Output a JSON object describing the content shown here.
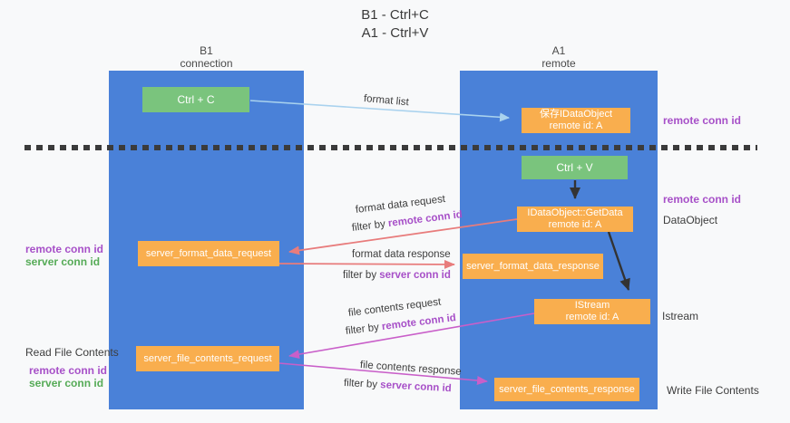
{
  "title": {
    "line1": "B1 - Ctrl+C",
    "line2": "A1 - Ctrl+V"
  },
  "columns": {
    "b1": {
      "title": "B1",
      "subtitle": "connection"
    },
    "a1": {
      "title": "A1",
      "subtitle": "remote"
    }
  },
  "boxes": {
    "ctrl_c": {
      "label": "Ctrl + C"
    },
    "saved_dataobject": {
      "line1": "保存IDataObject",
      "line2": "remote id: A"
    },
    "ctrl_v": {
      "label": "Ctrl + V"
    },
    "getdata": {
      "line1": "IDataObject::GetData",
      "line2": "remote id: A"
    },
    "server_format_data_request": {
      "label": "server_format_data_request"
    },
    "server_format_data_response": {
      "label": "server_format_data_response"
    },
    "istream": {
      "line1": "IStream",
      "line2": "remote id: A"
    },
    "server_file_contents_request": {
      "label": "server_file_contents_request"
    },
    "server_file_contents_response": {
      "label": "server_file_contents_response"
    }
  },
  "flow_labels": {
    "format_list": "format list",
    "format_data_request": "format data request",
    "format_data_request_filter": {
      "prefix": "filter by ",
      "id": "remote conn id"
    },
    "format_data_response": "format data response",
    "format_data_response_filter": {
      "prefix": "filter by ",
      "id": "server conn id"
    },
    "file_contents_request": "file contents request",
    "file_contents_request_filter": {
      "prefix": "filter by ",
      "id": "remote conn id"
    },
    "file_contents_response": "file contents response",
    "file_contents_response_filter": {
      "prefix": "filter by ",
      "id": "server conn id"
    }
  },
  "side_labels": {
    "left": {
      "format_remote": "remote conn id",
      "format_server": "server conn id",
      "read_file_contents": "Read File Contents",
      "file_remote": "remote conn id",
      "file_server": "server conn id"
    },
    "right": {
      "clipboard_remote": "remote conn id",
      "paste_remote": "remote conn id",
      "dataobject": "DataObject",
      "istream": "Istream",
      "write_file_contents": "Write File Contents"
    }
  },
  "colors": {
    "column_blue": "#4a81d8",
    "box_orange": "#f9ae4e",
    "box_green": "#7ac47d",
    "id_purple": "#a750c8",
    "id_green": "#56ab57",
    "arrow_red": "#e87c7c",
    "arrow_magenta": "#c95fc9",
    "arrow_light_blue": "#a9d2ee",
    "arrow_black": "#333333",
    "dashed_line": "#3b3b3b"
  }
}
